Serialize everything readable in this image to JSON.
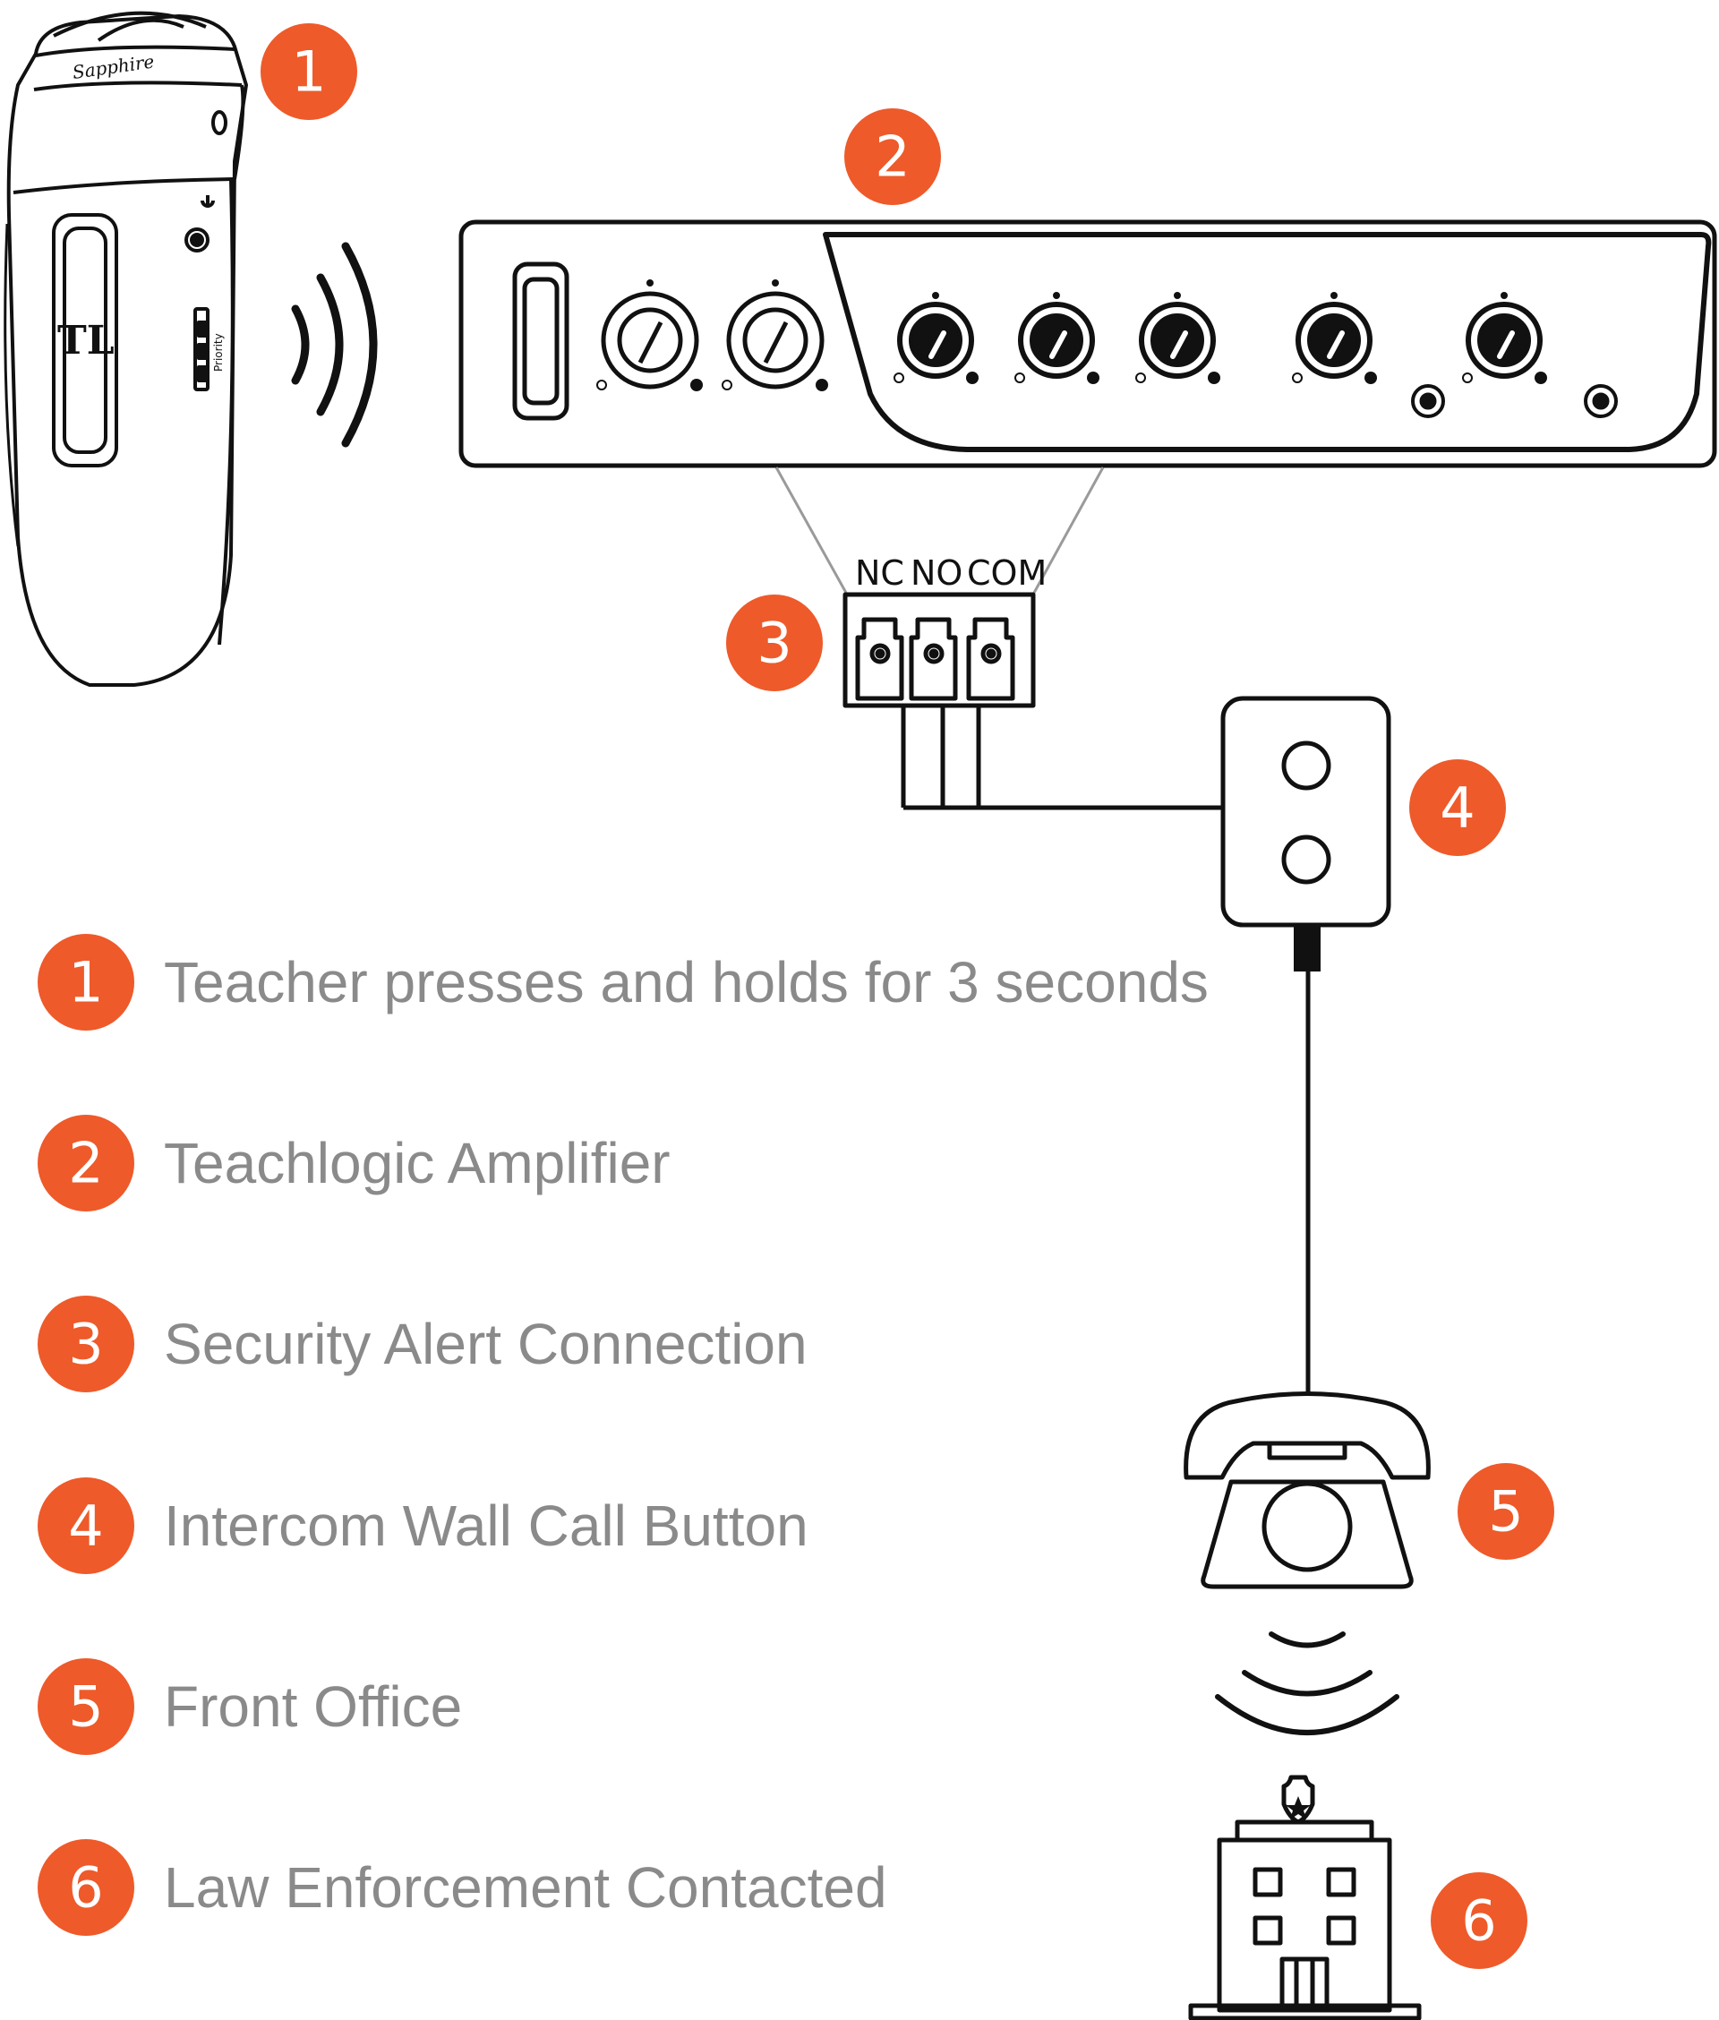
{
  "colors": {
    "badge": "#ee5a2a",
    "legend_text": "#8a8a8a",
    "line": "#111111",
    "connector": "#9a9a9a"
  },
  "microphone": {
    "brand": "Sapphire",
    "logo": "TL",
    "switch_label": "Priority"
  },
  "terminal_labels": [
    "NC",
    "NO",
    "COM"
  ],
  "diagram_badges": [
    "1",
    "2",
    "3",
    "4",
    "5",
    "6"
  ],
  "legend": [
    {
      "number": "1",
      "text": "Teacher presses and holds for 3 seconds"
    },
    {
      "number": "2",
      "text": "Teachlogic Amplifier"
    },
    {
      "number": "3",
      "text": "Security Alert Connection"
    },
    {
      "number": "4",
      "text": "Intercom Wall Call Button"
    },
    {
      "number": "5",
      "text": "Front Office"
    },
    {
      "number": "6",
      "text": "Law Enforcement Contacted"
    }
  ]
}
